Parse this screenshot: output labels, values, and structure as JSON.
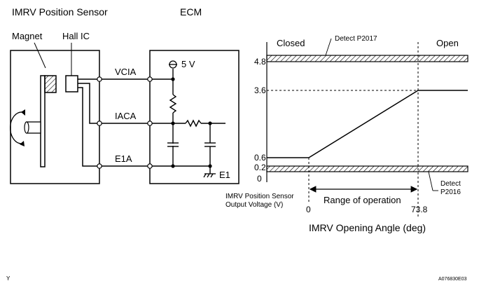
{
  "title": "IMRV Position Sensor",
  "ecm_label": "ECM",
  "magnet_label": "Magnet",
  "hall_ic_label": "Hall IC",
  "supply_label": "5 V",
  "pins": {
    "vcia": "VCIA",
    "iaca": "IACA",
    "e1a": "E1A",
    "e1": "E1"
  },
  "graph": {
    "closed_label": "Closed",
    "open_label": "Open",
    "detect_high_label": "Detect P2017",
    "detect_low_label_1": "Detect",
    "detect_low_label_2": "P2016",
    "y_ticks": [
      "4.8",
      "3.6",
      "0.6",
      "0.2",
      "0"
    ],
    "y_axis_label_1": "IMRV Position Sensor",
    "y_axis_label_2": "Output Voltage (V)",
    "x_ticks": [
      "0",
      "73.8"
    ],
    "range_label": "Range of operation",
    "x_axis_label": "IMRV Opening Angle (deg)"
  },
  "corner_left": "Y",
  "corner_right": "A076830E03"
}
